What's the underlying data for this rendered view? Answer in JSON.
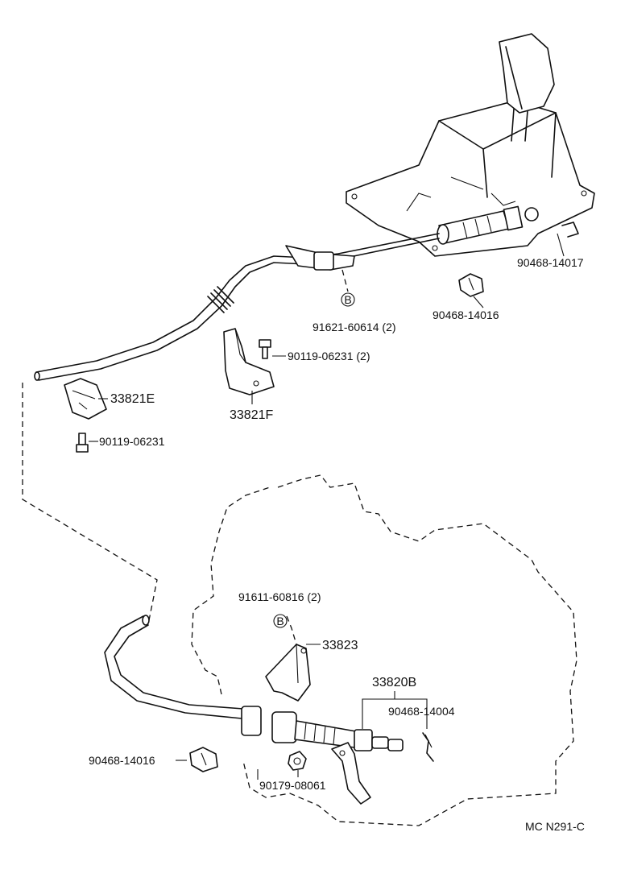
{
  "diagram": {
    "figure_code": "MC N291-C",
    "callouts": {
      "p90468_14017": "90468-14017",
      "p90468_14016_top": "90468-14016",
      "p91621_60614": "91621-60614 (2)",
      "p90119_06231_2": "90119-06231  (2)",
      "p33821E": "33821E",
      "p33821F": "33821F",
      "p90119_06231": "90119-06231",
      "p91611_60816": "91611-60816 (2)",
      "p33823": "33823",
      "p33820B": "33820B",
      "p90468_14004": "90468-14004",
      "p90468_14016_bottom": "90468-14016",
      "p90179_08061": "90179-08061"
    },
    "marker_letter": "B"
  }
}
